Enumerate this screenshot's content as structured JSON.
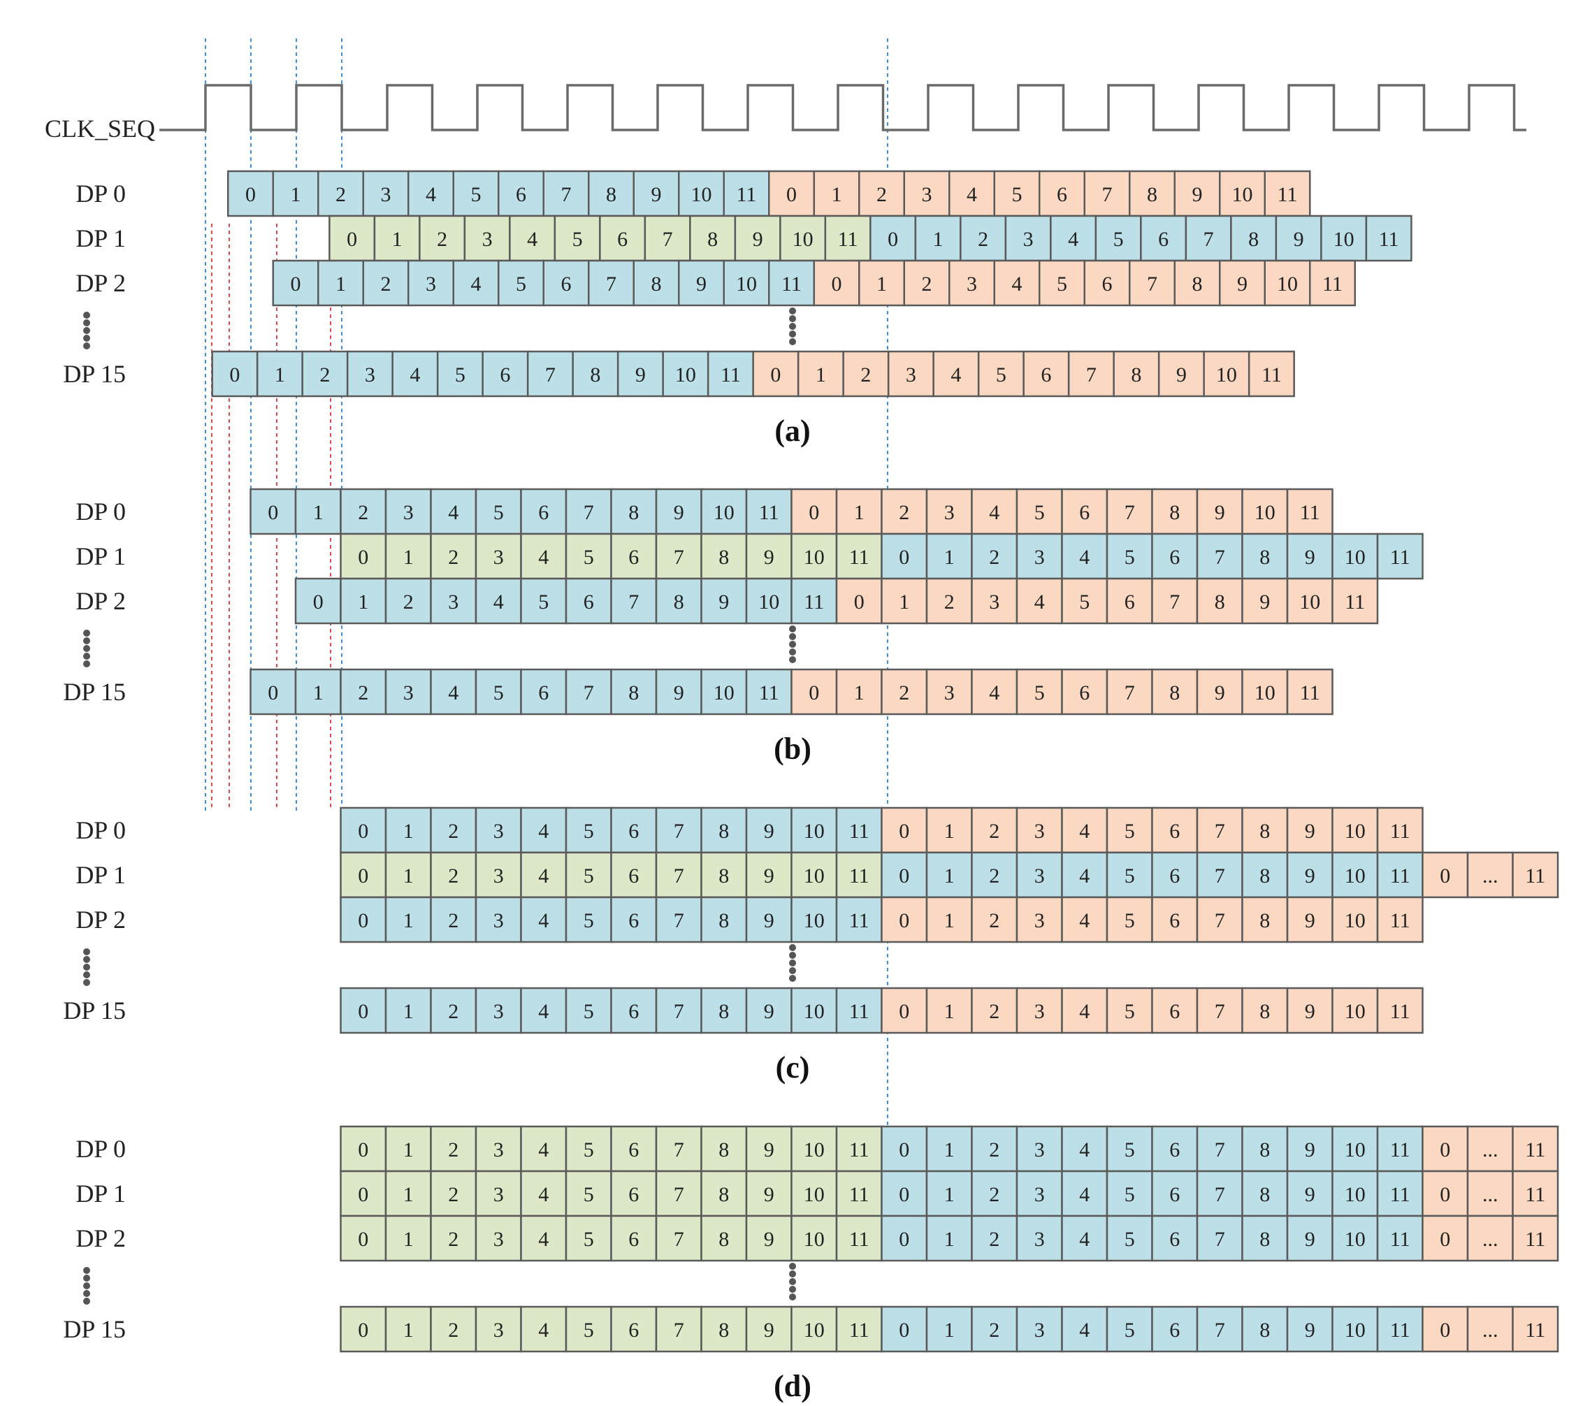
{
  "colors": {
    "blue": "#bddfe8",
    "green": "#dde8c8",
    "orange": "#fad8c2",
    "border": "#5a5a5a",
    "guide_blue": "#3f8fd6",
    "guide_red": "#e04a4a",
    "clock": "#6a6a6a"
  },
  "clock_label": "CLK_SEQ",
  "ellipsis_cell": "...",
  "panels": [
    {
      "label": "(a)",
      "rows": [
        {
          "name": "DP 0",
          "start": 0.5,
          "segments": [
            {
              "color": "blue",
              "cells": [
                "0",
                "1",
                "2",
                "3",
                "4",
                "5",
                "6",
                "7",
                "8",
                "9",
                "10",
                "11"
              ]
            },
            {
              "color": "orange",
              "cells": [
                "0",
                "1",
                "2",
                "3",
                "4",
                "5",
                "6",
                "7",
                "8",
                "9",
                "10",
                "11"
              ]
            }
          ]
        },
        {
          "name": "DP 1",
          "start": 2.75,
          "segments": [
            {
              "color": "green",
              "cells": [
                "0",
                "1",
                "2",
                "3",
                "4",
                "5",
                "6",
                "7",
                "8",
                "9",
                "10",
                "11"
              ]
            },
            {
              "color": "blue",
              "cells": [
                "0",
                "1",
                "2",
                "3",
                "4",
                "5",
                "6",
                "7",
                "8",
                "9",
                "10",
                "11"
              ]
            }
          ]
        },
        {
          "name": "DP 2",
          "start": 1.5,
          "segments": [
            {
              "color": "blue",
              "cells": [
                "0",
                "1",
                "2",
                "3",
                "4",
                "5",
                "6",
                "7",
                "8",
                "9",
                "10",
                "11"
              ]
            },
            {
              "color": "orange",
              "cells": [
                "0",
                "1",
                "2",
                "3",
                "4",
                "5",
                "6",
                "7",
                "8",
                "9",
                "10",
                "11"
              ]
            }
          ]
        },
        {
          "name": "DP 15",
          "start": 0.15,
          "segments": [
            {
              "color": "blue",
              "cells": [
                "0",
                "1",
                "2",
                "3",
                "4",
                "5",
                "6",
                "7",
                "8",
                "9",
                "10",
                "11"
              ]
            },
            {
              "color": "orange",
              "cells": [
                "0",
                "1",
                "2",
                "3",
                "4",
                "5",
                "6",
                "7",
                "8",
                "9",
                "10",
                "11"
              ]
            }
          ]
        }
      ]
    },
    {
      "label": "(b)",
      "rows": [
        {
          "name": "DP 0",
          "start": 1,
          "segments": [
            {
              "color": "blue",
              "cells": [
                "0",
                "1",
                "2",
                "3",
                "4",
                "5",
                "6",
                "7",
                "8",
                "9",
                "10",
                "11"
              ]
            },
            {
              "color": "orange",
              "cells": [
                "0",
                "1",
                "2",
                "3",
                "4",
                "5",
                "6",
                "7",
                "8",
                "9",
                "10",
                "11"
              ]
            }
          ]
        },
        {
          "name": "DP 1",
          "start": 3,
          "segments": [
            {
              "color": "green",
              "cells": [
                "0",
                "1",
                "2",
                "3",
                "4",
                "5",
                "6",
                "7",
                "8",
                "9",
                "10",
                "11"
              ]
            },
            {
              "color": "blue",
              "cells": [
                "0",
                "1",
                "2",
                "3",
                "4",
                "5",
                "6",
                "7",
                "8",
                "9",
                "10",
                "11"
              ]
            }
          ]
        },
        {
          "name": "DP 2",
          "start": 2,
          "segments": [
            {
              "color": "blue",
              "cells": [
                "0",
                "1",
                "2",
                "3",
                "4",
                "5",
                "6",
                "7",
                "8",
                "9",
                "10",
                "11"
              ]
            },
            {
              "color": "orange",
              "cells": [
                "0",
                "1",
                "2",
                "3",
                "4",
                "5",
                "6",
                "7",
                "8",
                "9",
                "10",
                "11"
              ]
            }
          ]
        },
        {
          "name": "DP 15",
          "start": 1,
          "segments": [
            {
              "color": "blue",
              "cells": [
                "0",
                "1",
                "2",
                "3",
                "4",
                "5",
                "6",
                "7",
                "8",
                "9",
                "10",
                "11"
              ]
            },
            {
              "color": "orange",
              "cells": [
                "0",
                "1",
                "2",
                "3",
                "4",
                "5",
                "6",
                "7",
                "8",
                "9",
                "10",
                "11"
              ]
            }
          ]
        }
      ]
    },
    {
      "label": "(c)",
      "rows": [
        {
          "name": "DP 0",
          "start": 3,
          "segments": [
            {
              "color": "blue",
              "cells": [
                "0",
                "1",
                "2",
                "3",
                "4",
                "5",
                "6",
                "7",
                "8",
                "9",
                "10",
                "11"
              ]
            },
            {
              "color": "orange",
              "cells": [
                "0",
                "1",
                "2",
                "3",
                "4",
                "5",
                "6",
                "7",
                "8",
                "9",
                "10",
                "11"
              ]
            }
          ]
        },
        {
          "name": "DP 1",
          "start": 3,
          "segments": [
            {
              "color": "green",
              "cells": [
                "0",
                "1",
                "2",
                "3",
                "4",
                "5",
                "6",
                "7",
                "8",
                "9",
                "10",
                "11"
              ]
            },
            {
              "color": "blue",
              "cells": [
                "0",
                "1",
                "2",
                "3",
                "4",
                "5",
                "6",
                "7",
                "8",
                "9",
                "10",
                "11"
              ]
            },
            {
              "color": "orange",
              "cells": [
                "0",
                "...",
                "11"
              ]
            }
          ]
        },
        {
          "name": "DP 2",
          "start": 3,
          "segments": [
            {
              "color": "blue",
              "cells": [
                "0",
                "1",
                "2",
                "3",
                "4",
                "5",
                "6",
                "7",
                "8",
                "9",
                "10",
                "11"
              ]
            },
            {
              "color": "orange",
              "cells": [
                "0",
                "1",
                "2",
                "3",
                "4",
                "5",
                "6",
                "7",
                "8",
                "9",
                "10",
                "11"
              ]
            }
          ]
        },
        {
          "name": "DP 15",
          "start": 3,
          "segments": [
            {
              "color": "blue",
              "cells": [
                "0",
                "1",
                "2",
                "3",
                "4",
                "5",
                "6",
                "7",
                "8",
                "9",
                "10",
                "11"
              ]
            },
            {
              "color": "orange",
              "cells": [
                "0",
                "1",
                "2",
                "3",
                "4",
                "5",
                "6",
                "7",
                "8",
                "9",
                "10",
                "11"
              ]
            }
          ]
        }
      ]
    },
    {
      "label": "(d)",
      "rows": [
        {
          "name": "DP 0",
          "start": 3,
          "segments": [
            {
              "color": "green",
              "cells": [
                "0",
                "1",
                "2",
                "3",
                "4",
                "5",
                "6",
                "7",
                "8",
                "9",
                "10",
                "11"
              ]
            },
            {
              "color": "blue",
              "cells": [
                "0",
                "1",
                "2",
                "3",
                "4",
                "5",
                "6",
                "7",
                "8",
                "9",
                "10",
                "11"
              ]
            },
            {
              "color": "orange",
              "cells": [
                "0",
                "...",
                "11"
              ]
            }
          ]
        },
        {
          "name": "DP 1",
          "start": 3,
          "segments": [
            {
              "color": "green",
              "cells": [
                "0",
                "1",
                "2",
                "3",
                "4",
                "5",
                "6",
                "7",
                "8",
                "9",
                "10",
                "11"
              ]
            },
            {
              "color": "blue",
              "cells": [
                "0",
                "1",
                "2",
                "3",
                "4",
                "5",
                "6",
                "7",
                "8",
                "9",
                "10",
                "11"
              ]
            },
            {
              "color": "orange",
              "cells": [
                "0",
                "...",
                "11"
              ]
            }
          ]
        },
        {
          "name": "DP 2",
          "start": 3,
          "segments": [
            {
              "color": "green",
              "cells": [
                "0",
                "1",
                "2",
                "3",
                "4",
                "5",
                "6",
                "7",
                "8",
                "9",
                "10",
                "11"
              ]
            },
            {
              "color": "blue",
              "cells": [
                "0",
                "1",
                "2",
                "3",
                "4",
                "5",
                "6",
                "7",
                "8",
                "9",
                "10",
                "11"
              ]
            },
            {
              "color": "orange",
              "cells": [
                "0",
                "...",
                "11"
              ]
            }
          ]
        },
        {
          "name": "DP 15",
          "start": 3,
          "segments": [
            {
              "color": "green",
              "cells": [
                "0",
                "1",
                "2",
                "3",
                "4",
                "5",
                "6",
                "7",
                "8",
                "9",
                "10",
                "11"
              ]
            },
            {
              "color": "blue",
              "cells": [
                "0",
                "1",
                "2",
                "3",
                "4",
                "5",
                "6",
                "7",
                "8",
                "9",
                "10",
                "11"
              ]
            },
            {
              "color": "orange",
              "cells": [
                "0",
                "...",
                "11"
              ]
            }
          ]
        }
      ]
    }
  ]
}
